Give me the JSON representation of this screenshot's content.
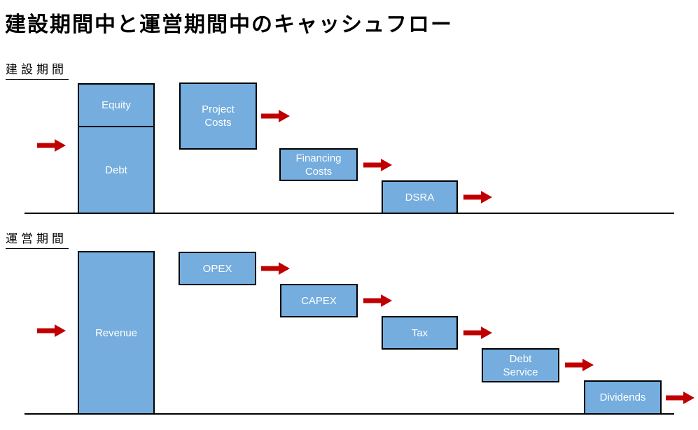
{
  "title": "建設期間中と運営期間中のキャッシュフロー",
  "colors": {
    "box_fill": "#74ADDE",
    "box_border": "#000000",
    "arrow": "#C00000",
    "text_on_box": "#FFFFFF",
    "line": "#000000"
  },
  "construction": {
    "label": "建設期間",
    "boxes": {
      "equity": "Equity",
      "debt": "Debt",
      "project_costs": "Project\nCosts",
      "financing_costs": "Financing\nCosts",
      "dsra": "DSRA"
    }
  },
  "operation": {
    "label": "運営期間",
    "boxes": {
      "revenue": "Revenue",
      "opex": "OPEX",
      "capex": "CAPEX",
      "tax": "Tax",
      "debt_service": "Debt\nService",
      "dividends": "Dividends"
    }
  }
}
